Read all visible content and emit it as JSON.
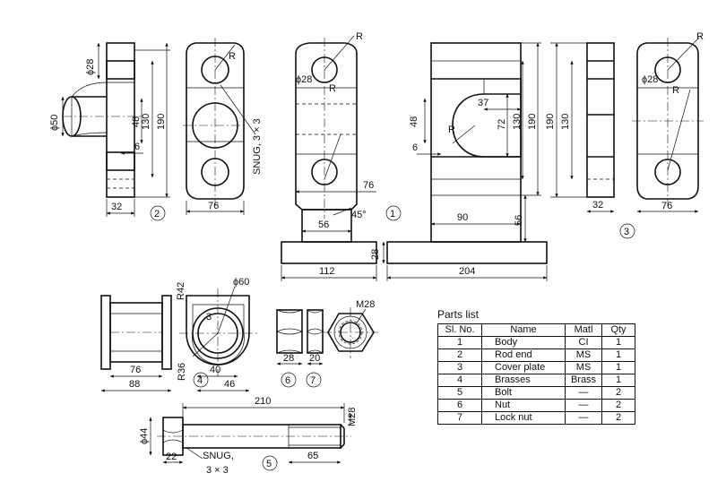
{
  "dimensions": {
    "d1": "ϕ28",
    "d2": "ϕ50",
    "d3": "48",
    "d4": "130",
    "d5": "190",
    "d6": "6",
    "d7": "32",
    "d8": "76",
    "d9": "SNUG, 3 × 3",
    "d10": "R",
    "d11": "R",
    "d12": "ϕ28",
    "d13": "R",
    "d14": "76",
    "d15": "45°",
    "d16": "56",
    "d17": "112",
    "d18": "28",
    "d19": "37",
    "d20": "48",
    "d21": "R",
    "d22": "6",
    "d23": "72",
    "d24": "130",
    "d25": "190",
    "d26": "90",
    "d27": "56",
    "d28": "204",
    "d29": "190",
    "d30": "130",
    "d31": "32",
    "d32": "R",
    "d33": "ϕ28",
    "d34": "R",
    "d35": "76",
    "d36": "76",
    "d37": "88",
    "d38": "R42",
    "d39": "ϕ60",
    "d40": "3",
    "d41": "R36",
    "d42": "40",
    "d43": "46",
    "d44": "28",
    "d45": "20",
    "d46": "M28",
    "d47": "210",
    "d48": "M28",
    "d49": "ϕ44",
    "d50": "22",
    "d51": "SNUG,",
    "d52": "3 × 3",
    "d53": "65"
  },
  "callouts": {
    "c1": "1",
    "c2": "2",
    "c3": "3",
    "c4": "4",
    "c5": "5",
    "c6": "6",
    "c7": "7"
  },
  "parts_list": {
    "title": "Parts list",
    "headers": [
      "Sl. No.",
      "Name",
      "Matl",
      "Qty"
    ],
    "rows": [
      {
        "sl": "1",
        "name": "Body",
        "matl": "CI",
        "qty": "1"
      },
      {
        "sl": "2",
        "name": "Rod end",
        "matl": "MS",
        "qty": "1"
      },
      {
        "sl": "3",
        "name": "Cover plate",
        "matl": "MS",
        "qty": "1"
      },
      {
        "sl": "4",
        "name": "Brasses",
        "matl": "Brass",
        "qty": "1"
      },
      {
        "sl": "5",
        "name": "Bolt",
        "matl": "—",
        "qty": "2"
      },
      {
        "sl": "6",
        "name": "Nut",
        "matl": "—",
        "qty": "2"
      },
      {
        "sl": "7",
        "name": "Lock nut",
        "matl": "—",
        "qty": "2"
      }
    ]
  }
}
